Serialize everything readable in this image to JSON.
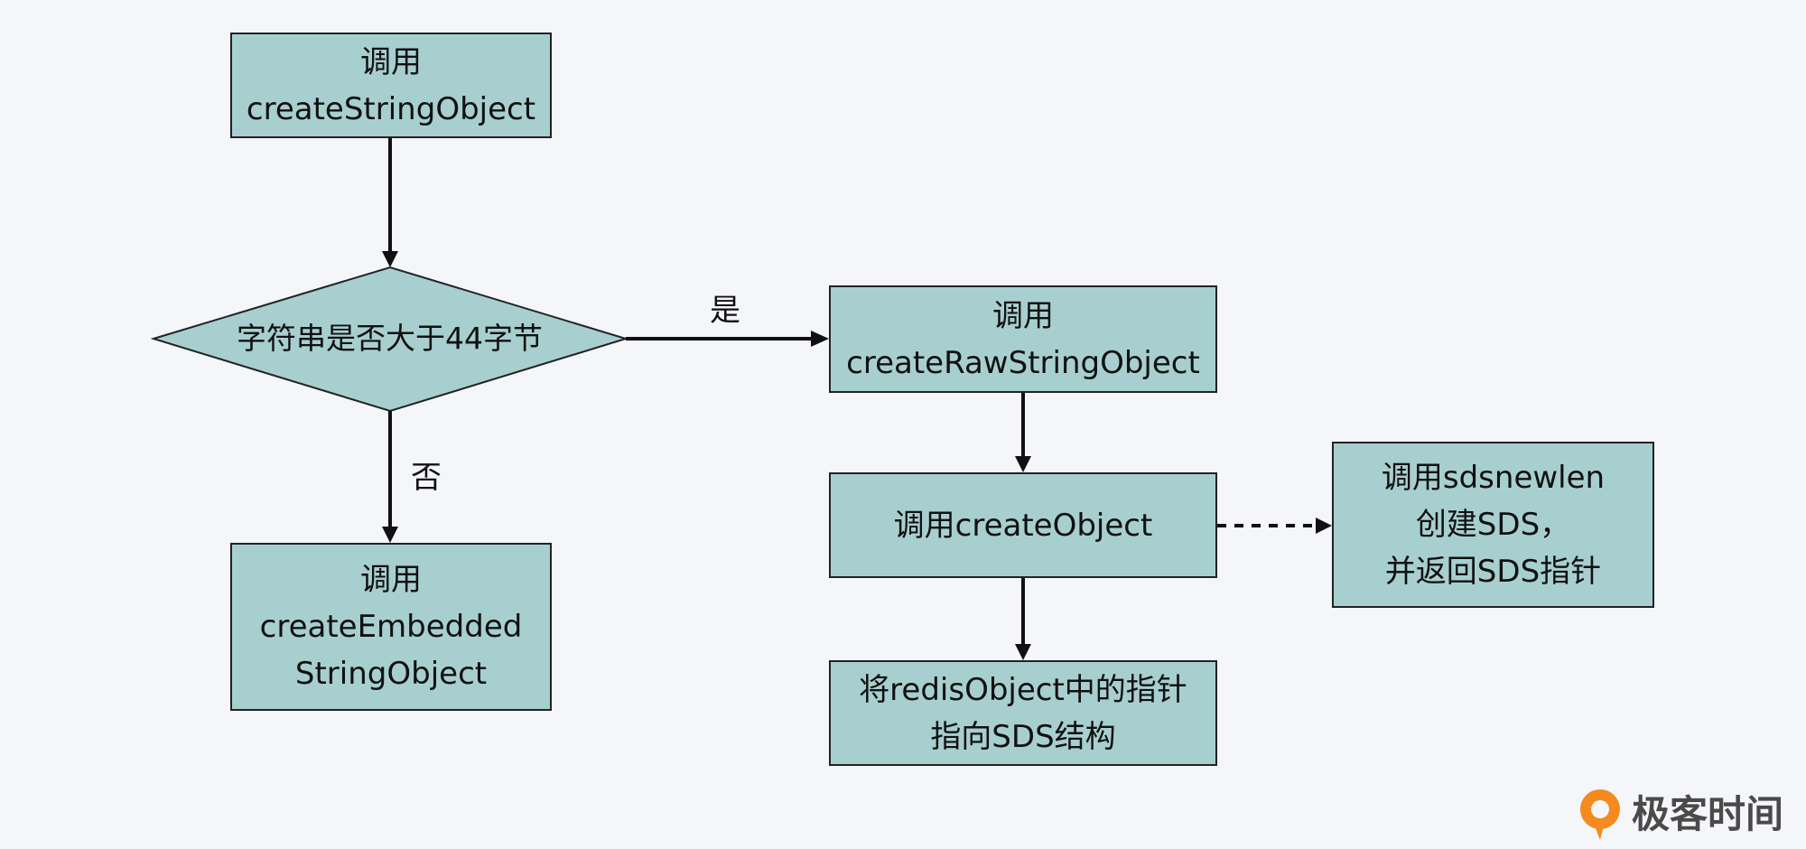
{
  "flowchart": {
    "start": {
      "lines": [
        "调用",
        "createStringObject"
      ]
    },
    "decision": {
      "label": "字符串是否大于44字节"
    },
    "yes_label": "是",
    "no_label": "否",
    "embedded": {
      "lines": [
        "调用",
        "createEmbedded",
        "StringObject"
      ]
    },
    "raw": {
      "lines": [
        "调用",
        "createRawStringObject"
      ]
    },
    "create_object": {
      "lines": [
        "调用createObject"
      ]
    },
    "sdsnewlen": {
      "lines": [
        "调用sdsnewlen",
        "创建SDS，",
        "并返回SDS指针"
      ]
    },
    "pointer": {
      "lines": [
        "将redisObject中的指针",
        "指向SDS结构"
      ]
    }
  },
  "brand": {
    "name": "极客时间",
    "icon": "geektime-logo-icon",
    "color": "#f58a1f"
  },
  "colors": {
    "background": "#f4f6f9",
    "node_fill": "#a8cfcf",
    "stroke": "#222222"
  }
}
